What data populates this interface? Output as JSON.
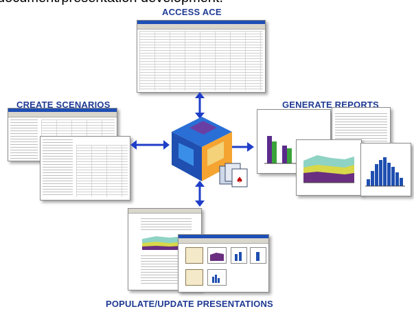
{
  "header_cutoff": "document/presentation development.",
  "labels": {
    "access": "ACCESS ACE",
    "create": "CREATE SCENARIOS",
    "generate": "GENERATE REPORTS",
    "populate": "POPULATE/UPDATE PRESENTATIONS"
  },
  "colors": {
    "label": "#1f3a93",
    "arrow": "#1f3ec8",
    "cube_blue": "#2a6fd6",
    "cube_orange": "#f5a431",
    "cube_yellow": "#f3d27a",
    "cube_purple": "#6a3fa4",
    "chart_purple": "#5b2b8c",
    "chart_green": "#3aa33a",
    "chart_blue": "#1f4fb0"
  },
  "icons": [
    "arrow-up-icon",
    "arrow-down-icon",
    "arrow-left-icon",
    "arrow-right-icon",
    "ace-cube-logo",
    "cards-icon"
  ]
}
